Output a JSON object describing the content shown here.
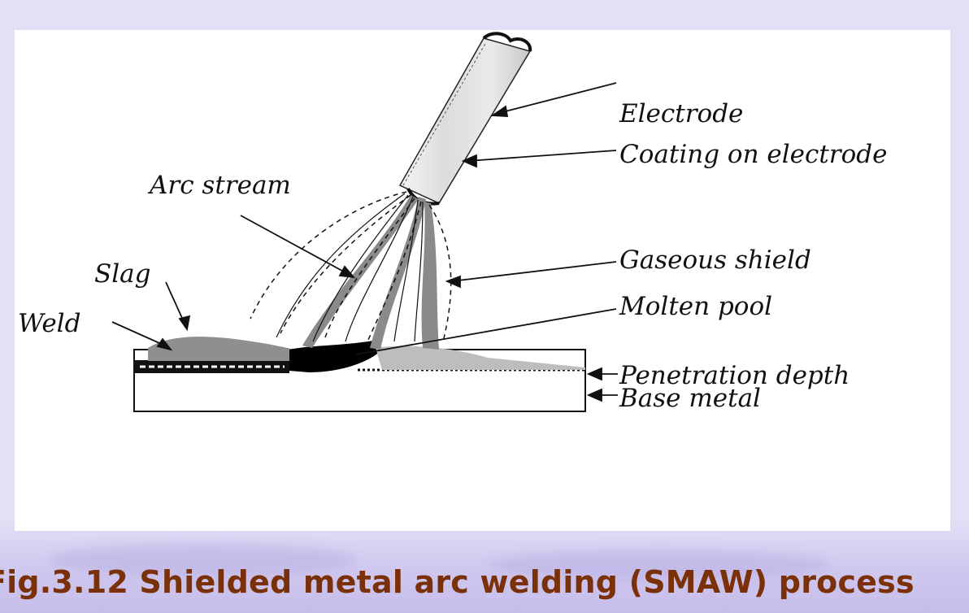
{
  "diagram": {
    "labels": {
      "electrode": "Electrode",
      "coating": "Coating on electrode",
      "arc_stream": "Arc stream",
      "gaseous_shield": "Gaseous shield",
      "slag": "Slag",
      "molten_pool": "Molten pool",
      "weld": "Weld",
      "penetration_depth": "Penetration depth",
      "base_metal": "Base metal"
    }
  },
  "caption": {
    "text": "Fig.3.12 Shielded metal arc welding (SMAW) process"
  },
  "colors": {
    "background": "#e3e0f6",
    "caption": "#7a3008",
    "panel": "#ffffff"
  }
}
